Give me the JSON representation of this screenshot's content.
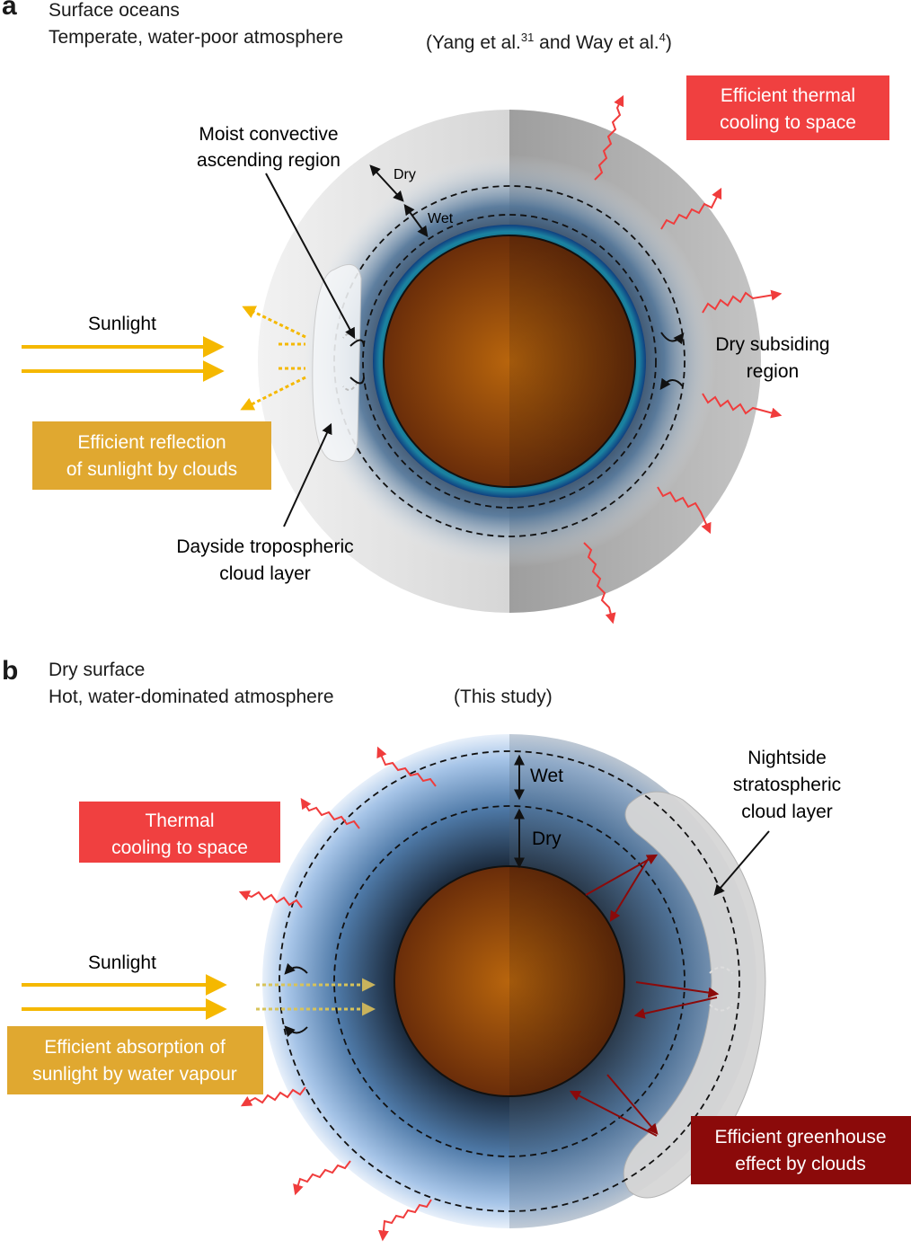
{
  "panel_a": {
    "letter": "a",
    "line1": "Surface oceans",
    "line2": "Temperate, water-poor atmosphere",
    "ref_prefix": "(Yang et al.",
    "ref_sup1": "31",
    "ref_mid": " and Way et al.",
    "ref_sup2": "4",
    "ref_suffix": ")",
    "sunlight": "Sunlight",
    "reflection_box": [
      "Efficient reflection",
      "of sunlight by clouds"
    ],
    "thermal_box": [
      "Efficient thermal",
      "cooling to space"
    ],
    "moist_label": [
      "Moist convective",
      "ascending region"
    ],
    "dry_label": "Dry",
    "wet_label": "Wet",
    "subsiding_label": [
      "Dry subsiding",
      "region"
    ],
    "cloud_label": [
      "Dayside tropospheric",
      "cloud layer"
    ]
  },
  "panel_b": {
    "letter": "b",
    "line1": "Dry surface",
    "line2": "Hot, water-dominated atmosphere",
    "ref": "(This study)",
    "sunlight": "Sunlight",
    "absorption_box": [
      "Efficient absorption of",
      "sunlight by water vapour"
    ],
    "thermal_box": [
      "Thermal",
      "cooling to space"
    ],
    "wet_label": "Wet",
    "dry_label": "Dry",
    "nightside_label": [
      "Nightside",
      "stratospheric",
      "cloud layer"
    ],
    "greenhouse_box": [
      "Efficient greenhouse",
      "effect by clouds"
    ]
  },
  "colors": {
    "sunlight": "#f5b800",
    "yellow_box": "#e0a830",
    "red_box": "#f04040",
    "dark_red_box": "#8b0a0a",
    "cooling_wave": "#f03c3c",
    "greenhouse_arrow": "#8b0a0a"
  }
}
